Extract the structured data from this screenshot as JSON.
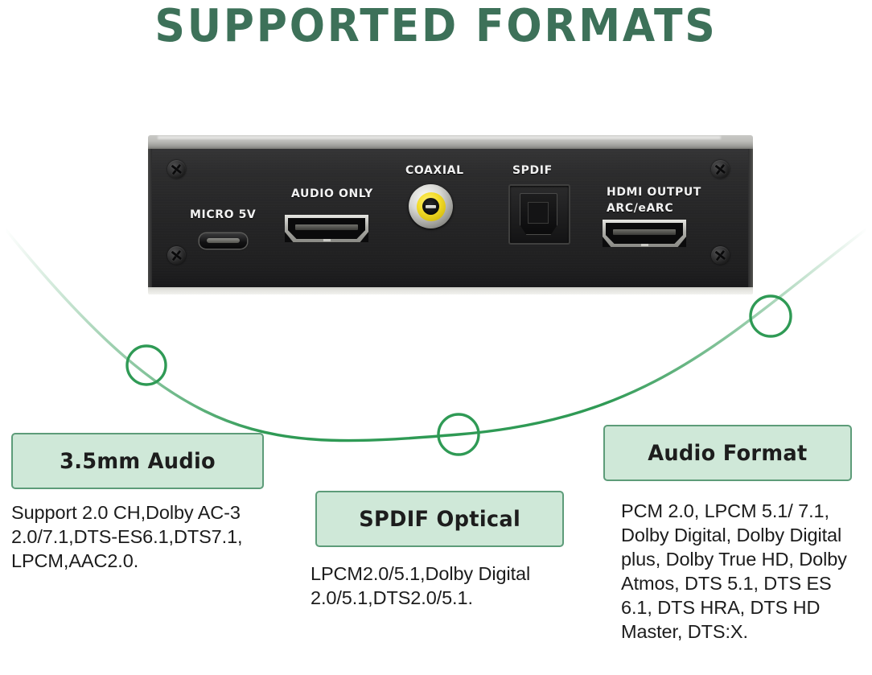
{
  "page": {
    "title": "SUPPORTED FORMATS",
    "accent_green": "#3d7159",
    "box_fill": "#cfe8d8",
    "box_border": "#5d9c79",
    "curve_color": "#2f9a55"
  },
  "device": {
    "name": "hdmi-arc-audio-extractor",
    "ports": [
      {
        "id": "micro-usb",
        "label": "MICRO 5V"
      },
      {
        "id": "hdmi-audio-in",
        "label": "AUDIO ONLY"
      },
      {
        "id": "coaxial",
        "label": "COAXIAL"
      },
      {
        "id": "spdif",
        "label": "SPDIF"
      },
      {
        "id": "hdmi-output",
        "label": "HDMI OUTPUT"
      },
      {
        "id": "hdmi-output-2",
        "label": "ARC/eARC"
      }
    ]
  },
  "callouts": [
    {
      "id": "audio-35mm",
      "title": "3.5mm Audio",
      "body": "Support 2.0 CH,Dolby AC-3 2.0/7.1,DTS-ES6.1,DTS7.1, LPCM,AAC2.0."
    },
    {
      "id": "spdif-optical",
      "title": "SPDIF Optical",
      "body": "LPCM2.0/5.1,Dolby Digital 2.0/5.1,DTS2.0/5.1."
    },
    {
      "id": "audio-format",
      "title": "Audio Format",
      "body": "PCM 2.0, LPCM 5.1/ 7.1, Dolby Digital, Dolby Digital plus, Dolby True HD, Dolby Atmos, DTS 5.1, DTS ES 6.1, DTS HRA, DTS HD Master, DTS:X."
    }
  ]
}
